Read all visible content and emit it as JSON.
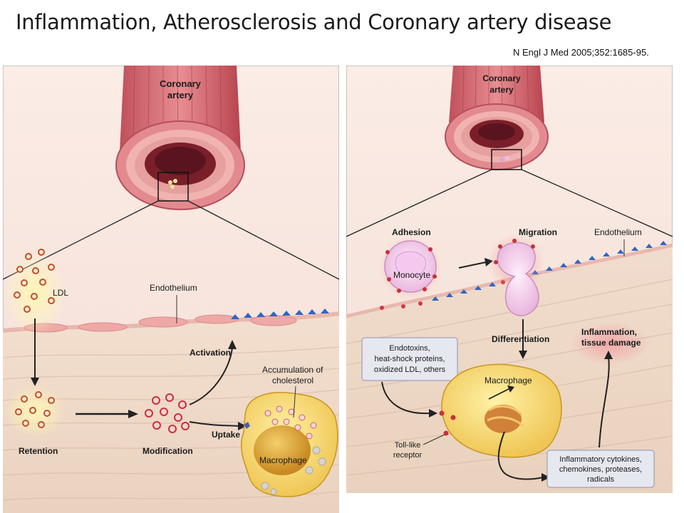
{
  "title": "Inflammation, Atherosclerosis and Coronary artery disease",
  "citation": "N Engl J Med 2005;352:1685-95.",
  "left_panel": {
    "artery_label_1": "Coronary",
    "artery_label_2": "artery",
    "ldl": "LDL",
    "endothelium": "Endothelium",
    "activation": "Activation",
    "accumulation_1": "Accumulation of",
    "accumulation_2": "cholesterol",
    "retention": "Retention",
    "modification": "Modification",
    "uptake": "Uptake",
    "macrophage": "Macrophage"
  },
  "right_panel": {
    "artery_label_1": "Coronary",
    "artery_label_2": "artery",
    "adhesion": "Adhesion",
    "migration": "Migration",
    "endothelium": "Endothelium",
    "monocyte": "Monocyte",
    "differentiation": "Differentiation",
    "inflammation_1": "Inflammation,",
    "inflammation_2": "tissue damage",
    "endotoxins_1": "Endotoxins,",
    "endotoxins_2": "heat-shock proteins,",
    "endotoxins_3": "oxidized LDL, others",
    "macrophage": "Macrophage",
    "toll_1": "Toll-like",
    "toll_2": "receptor",
    "cytokines_1": "Inflammatory cytokines,",
    "cytokines_2": "chemokines, proteases,",
    "cytokines_3": "radicals"
  }
}
